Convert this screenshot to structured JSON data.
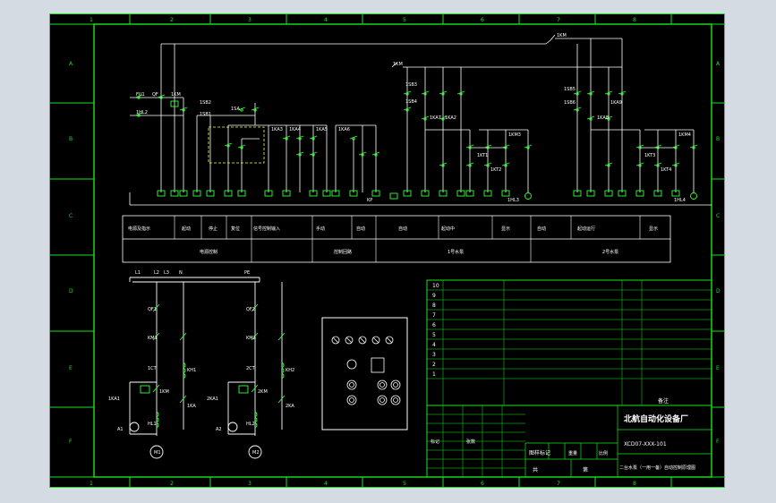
{
  "drawing": {
    "frame_color": "#17e51c",
    "line_color": "#ffffff",
    "component_color": "#33ff33",
    "accent_color": "#ffff33",
    "background": "#000000",
    "column_numbers": [
      "1",
      "2",
      "3",
      "4",
      "5",
      "6",
      "7",
      "8"
    ],
    "row_letters": [
      "A",
      "B",
      "C",
      "D",
      "E",
      "F"
    ]
  },
  "control_circuit": {
    "labels": {
      "fu1": "FU1",
      "qf": "QF",
      "km2_top": "1KM",
      "hl2": "1HL2",
      "sa": "1SA",
      "sb2": "1SB2",
      "sb1": "1SB1",
      "ka3": "1KA3",
      "ka4": "1KA4",
      "ka5": "1KA5",
      "ka6": "1KA6",
      "km_bus": "1KM",
      "main_km": "1KM",
      "sb3": "1SB3",
      "sb4": "1SB4",
      "ka7": "1KA7",
      "ka2": "1KA2",
      "kt1": "1KT1",
      "kt2": "1KT2",
      "km3": "1KM3",
      "hl3": "1HL3",
      "sb5": "1SB5",
      "sb6": "1SB6",
      "ka8": "1KA8",
      "ka9": "1KA9",
      "kt3": "1KT3",
      "kt4": "1KT4",
      "km4": "1KM4",
      "hl4": "1HL4",
      "kp": "KP"
    }
  },
  "function_table": {
    "header_row": [
      "电源及指示",
      "起动",
      "停止",
      "复位",
      "信号控制输入",
      "手动",
      "自动",
      "自动",
      "起动中",
      "显示",
      "自动",
      "起动运行",
      "显示"
    ],
    "bottom_row": [
      "电源控制",
      "控制回路",
      "1号水泵",
      "2号水泵"
    ]
  },
  "power_circuit": {
    "bus_labels": [
      "L1",
      "L2",
      "L3",
      "N",
      "PE"
    ],
    "motor1": {
      "breaker": "QF1",
      "contactor": "KM1",
      "relay": "KH1",
      "transformer": "1CT",
      "ammeter": "A1",
      "signal_relay": "1KA",
      "lamp": "HL1",
      "signal_contact": "1KM",
      "current_coil": "1KA1",
      "motor": "M1"
    },
    "motor2": {
      "breaker": "QF2",
      "contactor": "KM2",
      "relay": "KH2",
      "transformer": "2CT",
      "ammeter": "A2",
      "signal_relay": "2KA",
      "lamp": "HL2",
      "signal_contact": "2KM",
      "current_coil": "2KA1",
      "motor": "M2"
    }
  },
  "parts_list": {
    "rows": [
      "10",
      "9",
      "8",
      "7",
      "6",
      "5",
      "4",
      "3",
      "2",
      "1"
    ],
    "footer_label": "备注"
  },
  "title_block": {
    "company": "北航自动化设备厂",
    "drawing_number": "XCD07-XXX-101",
    "drawing_title": "二台水泵（一用一备）自动控制原理图",
    "label_mark": "标记",
    "label_sheet": "张数",
    "label_stage": "图样标记",
    "label_weight": "重量",
    "label_scale": "比例",
    "label_total": "共",
    "label_page": "第"
  }
}
